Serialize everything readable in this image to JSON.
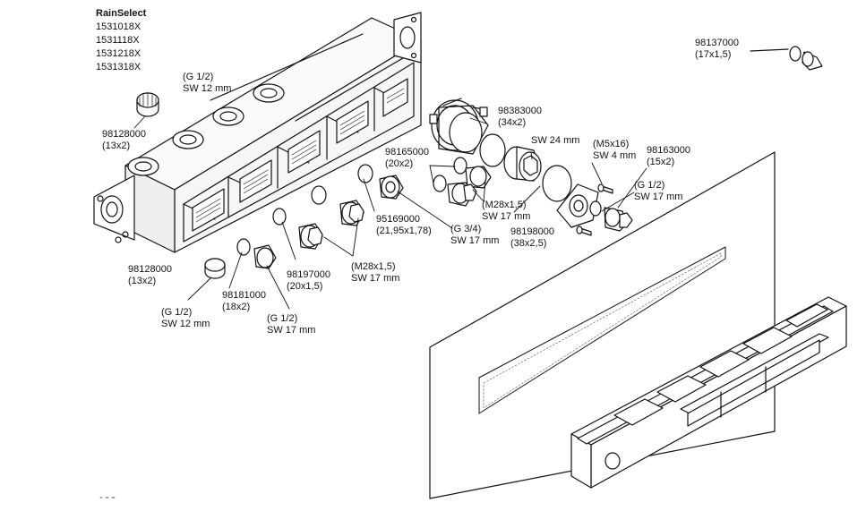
{
  "product": {
    "brand": "RainSelect",
    "models": [
      "1531018X",
      "1531118X",
      "1531218X",
      "1531318X"
    ]
  },
  "labels": {
    "p98137000": "98137000\n(17x1,5)",
    "gHalfSw12Top": "(G 1/2)\nSW 12 mm",
    "p98128000Top": "98128000\n(13x2)",
    "p98383000": "98383000\n(34x2)",
    "sw24": "SW 24 mm",
    "m5x16": "(M5x16)\nSW 4 mm",
    "p98163000": "98163000\n(15x2)",
    "gHalfSw17Right": "(G 1/2)\nSW 17 mm",
    "p98165000": "98165000\n(20x2)",
    "m28Sw17Upper": "(M28x1,5)\nSW 17 mm",
    "g34Sw17": "(G 3/4)\nSW 17 mm",
    "p98198000": "98198000\n(38x2,5)",
    "p95169000": "95169000\n(21,95x1,78)",
    "m28Sw17Lower": "(M28x1,5)\nSW 17 mm",
    "p98197000": "98197000\n(20x1,5)",
    "p98128000Bottom": "98128000\n(13x2)",
    "p98181000": "98181000\n(18x2)",
    "gHalfSw12Bottom": "(G 1/2)\nSW 12 mm",
    "gHalfSw17Bottom": "(G 1/2)\nSW 17 mm"
  }
}
